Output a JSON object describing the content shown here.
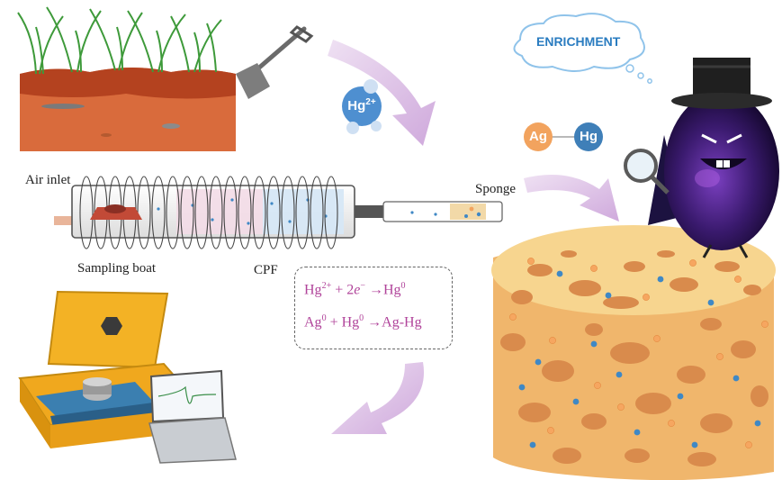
{
  "labels": {
    "air_inlet": "Air inlet",
    "sponge": "Sponge",
    "sampling_boat": "Sampling boat",
    "cpf": "CPF",
    "enrichment": "ENRICHMENT",
    "hg_ion": "Hg",
    "hg_ion_charge": "2+",
    "ag": "Ag",
    "hg": "Hg"
  },
  "equations": {
    "eq1_a": "Hg",
    "eq1_a_sup": "2+",
    "eq1_b": " + 2",
    "eq1_e": "e",
    "eq1_e_sup": "−",
    "eq1_c": " →Hg",
    "eq1_c_sup": "0",
    "eq2_a": "Ag",
    "eq2_a_sup": "0",
    "eq2_b": " + Hg",
    "eq2_b_sup": "0",
    "eq2_c": " →Ag-Hg"
  },
  "colors": {
    "soil": "#c2502a",
    "soil_light": "#d96b3c",
    "grass": "#3e9a3a",
    "arrow": "#d9bde3",
    "sponge": "#f0be78",
    "sponge_top": "#f7d58f",
    "sponge_hole": "#d99559",
    "hg_blue": "#3f88c5",
    "ag_orange": "#f2a35e",
    "equation_text": "#b0439a",
    "case_yellow": "#f3b225"
  }
}
